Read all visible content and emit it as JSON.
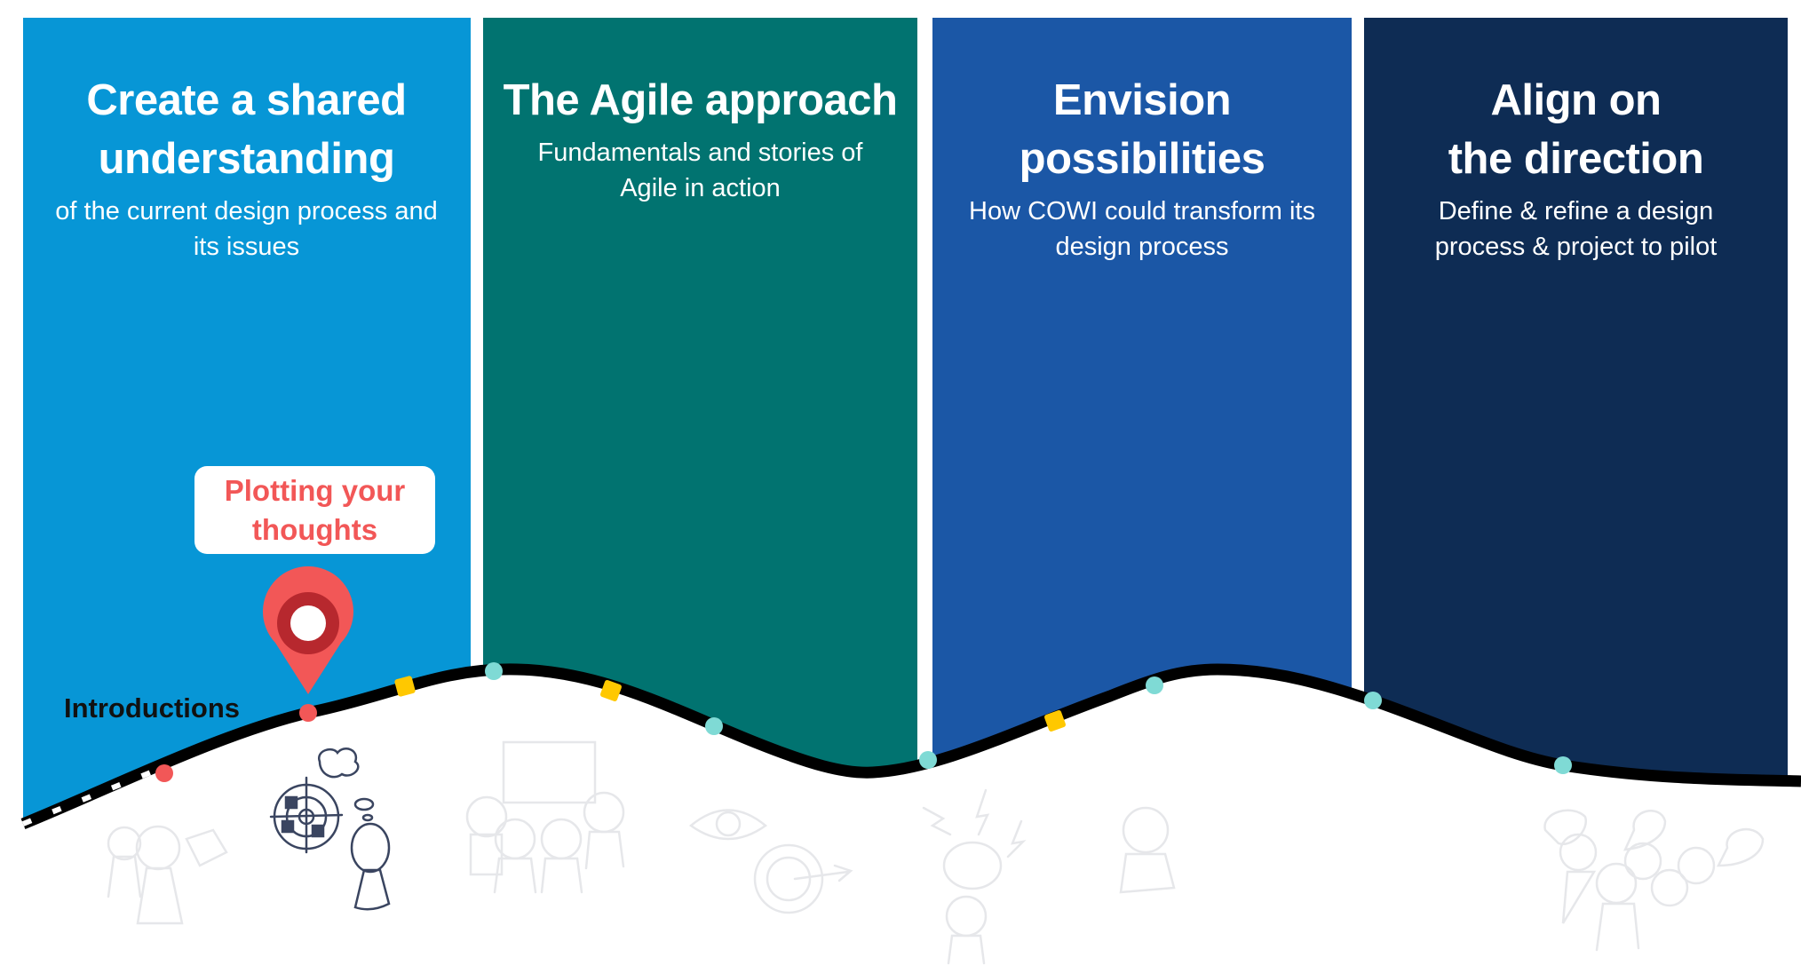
{
  "panels": [
    {
      "title_line1": "Create a shared",
      "title_line2": "understanding",
      "subtitle_line1": "of the current design process and",
      "subtitle_line2": "its issues",
      "color": "#0796d6"
    },
    {
      "title_line1": "The Agile approach",
      "title_line2": "",
      "subtitle_line1": "Fundamentals and stories of",
      "subtitle_line2": "Agile in action",
      "color": "#017370"
    },
    {
      "title_line1": "Envision",
      "title_line2": "possibilities",
      "subtitle_line1": "How COWI could transform its",
      "subtitle_line2": "design process",
      "color": "#1b57a6"
    },
    {
      "title_line1": "Align on",
      "title_line2": "the direction",
      "subtitle_line1": "Define & refine a design",
      "subtitle_line2": "process & project to pilot",
      "color": "#0e2c54"
    }
  ],
  "journey": {
    "current_step_label": "Plotting your thoughts",
    "current_step_line1": "Plotting your",
    "current_step_line2": "thoughts",
    "start_label": "Introductions",
    "marker_icon": "map-pin-icon",
    "colors": {
      "path": "#000000",
      "done": "#f25757",
      "upcoming": "#7fdad5",
      "break": "#ffc800",
      "pin_outer": "#f25757",
      "pin_inner": "#b7282e"
    }
  }
}
